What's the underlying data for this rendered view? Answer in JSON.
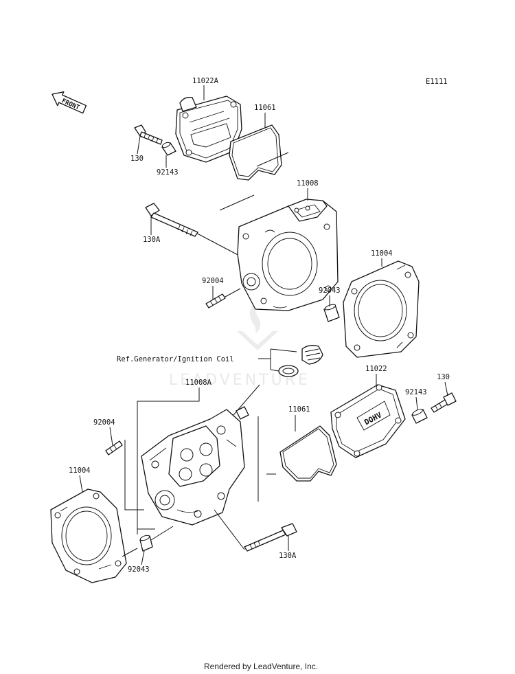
{
  "diagram": {
    "code": "E1111",
    "front_label": "FRONT",
    "watermark": "LEADVENTURE",
    "footer": "Rendered by LeadVenture, Inc.",
    "reference_note": "Ref.Generator/Ignition Coil",
    "valve_cover_marking": "DOHV",
    "parts": {
      "p11022A": "11022A",
      "p11061_top": "11061",
      "p130_top": "130",
      "p92143_top": "92143",
      "p11008": "11008",
      "p130A_top": "130A",
      "p11004_right": "11004",
      "p92004_top": "92004",
      "p92043_top": "92043",
      "p11008A": "11008A",
      "p11022": "11022",
      "p130_right": "130",
      "p92143_right": "92143",
      "p11061_bottom": "11061",
      "p92004_left": "92004",
      "p11004_left": "11004",
      "p92043_bottom": "92043",
      "p130A_bottom": "130A"
    }
  }
}
